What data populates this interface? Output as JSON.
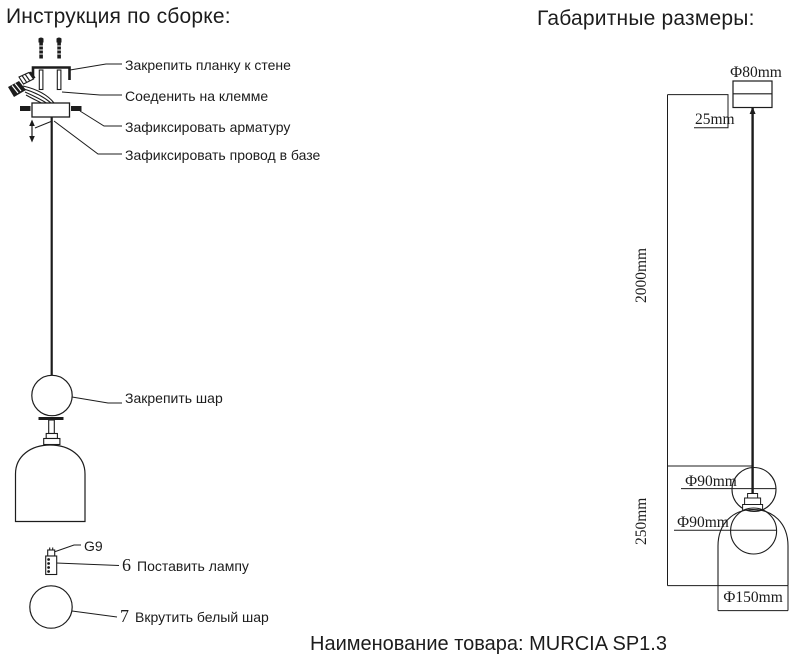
{
  "colors": {
    "ink": "#1c1c1c",
    "background": "#ffffff"
  },
  "assembly": {
    "title": "Инструкция по сборке:",
    "steps": [
      {
        "label": "Закрепить планку к стене"
      },
      {
        "label": "Соеденить на клемме"
      },
      {
        "label": "Зафиксировать арматуру"
      },
      {
        "label": "Зафиксировать провод в базе"
      },
      {
        "label": "Закрепить шар"
      },
      {
        "num": "6",
        "label": "Поставить лампу"
      },
      {
        "num": "7",
        "label": "Вкрутить белый шар"
      }
    ],
    "bulb_type": "G9"
  },
  "dimensions": {
    "title": "Габаритные размеры:",
    "canopy_diameter": "Ф80mm",
    "canopy_height": "25mm",
    "suspension_length": "2000mm",
    "upper_ball_diameter": "Ф90mm",
    "lower_ball_diameter": "Ф90mm",
    "fixture_height": "250mm",
    "shade_diameter": "Ф150mm"
  },
  "footer": {
    "product_name": "Наименование товара: MURCIA SP1.3"
  }
}
